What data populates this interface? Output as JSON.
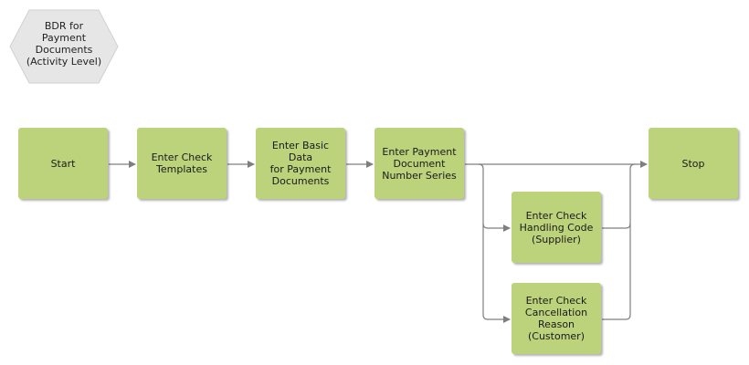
{
  "diagram": {
    "title": "BDR for\nPayment\nDocuments\n(Activity Level)",
    "colors": {
      "node_fill": "#bdd37b",
      "header_fill": "#e6e6e6",
      "connector": "#7f7f7f"
    },
    "nodes": {
      "start": "Start",
      "check_templates": "Enter Check\nTemplates",
      "basic_data": "Enter Basic Data\nfor Payment\nDocuments",
      "number_series": "Enter Payment\nDocument\nNumber Series",
      "handling_code": "Enter Check\nHandling Code\n(Supplier)",
      "cancellation_reason": "Enter Check\nCancellation\nReason\n(Customer)",
      "stop": "Stop"
    }
  }
}
